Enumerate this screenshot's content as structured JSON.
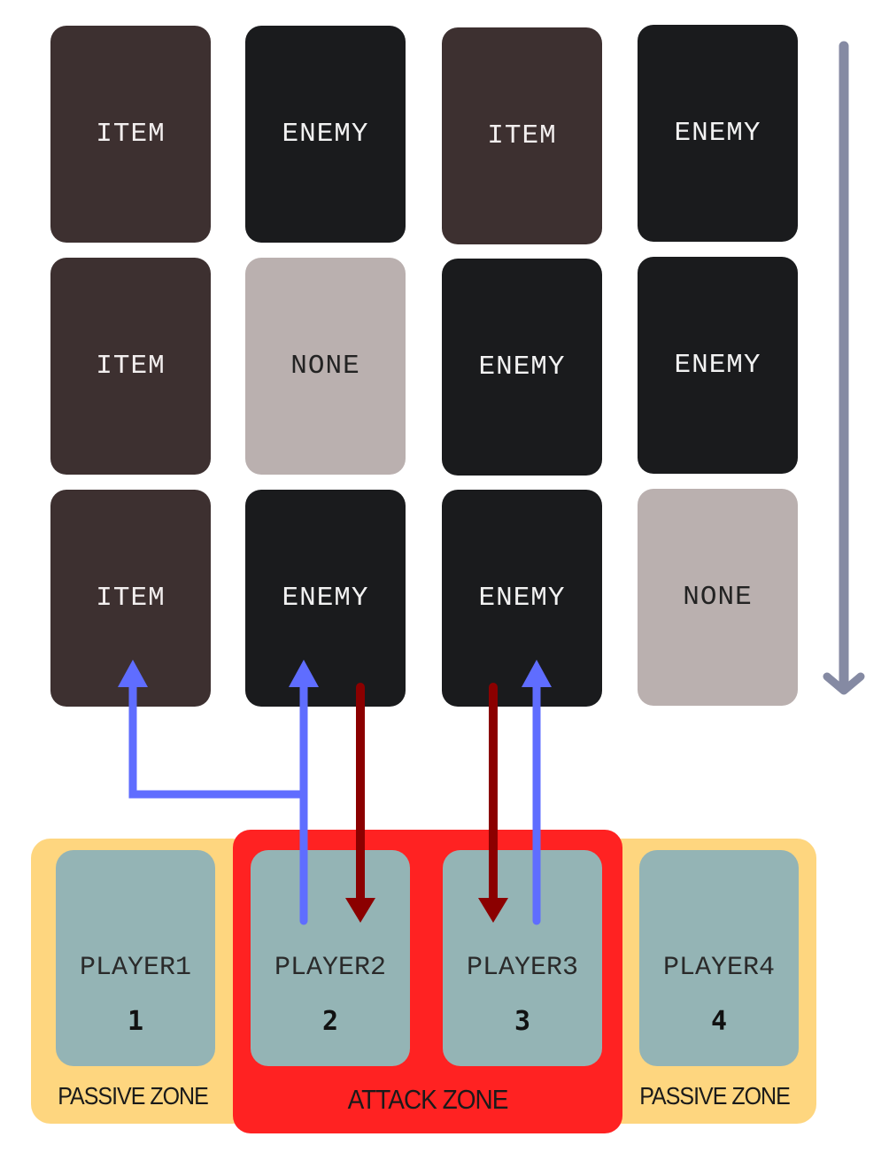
{
  "grid": {
    "rows": [
      [
        {
          "type": "item",
          "label": "ITEM"
        },
        {
          "type": "enemy",
          "label": "ENEMY"
        },
        {
          "type": "item",
          "label": "ITEM"
        },
        {
          "type": "enemy",
          "label": "ENEMY"
        }
      ],
      [
        {
          "type": "item",
          "label": "ITEM"
        },
        {
          "type": "none",
          "label": "NONE"
        },
        {
          "type": "enemy",
          "label": "ENEMY"
        },
        {
          "type": "enemy",
          "label": "ENEMY"
        }
      ],
      [
        {
          "type": "item",
          "label": "ITEM"
        },
        {
          "type": "enemy",
          "label": "ENEMY"
        },
        {
          "type": "enemy",
          "label": "ENEMY"
        },
        {
          "type": "none",
          "label": "NONE"
        }
      ]
    ]
  },
  "players": [
    {
      "name": "PLAYER1",
      "number": "1"
    },
    {
      "name": "PLAYER2",
      "number": "2"
    },
    {
      "name": "PLAYER3",
      "number": "3"
    },
    {
      "name": "PLAYER4",
      "number": "4"
    }
  ],
  "zones": {
    "passive_left": "PASSIVE ZONE",
    "attack": "ATTACK ZONE",
    "passive_right": "PASSIVE ZONE"
  },
  "colors": {
    "item": "#3d3030",
    "enemy": "#1a1b1d",
    "none": "#bab0af",
    "player": "#94b4b5",
    "passive_zone": "#fed67f",
    "attack_zone": "#ff2222",
    "arrow_blue": "#5f6dff",
    "arrow_red": "#8b0000",
    "arrow_scroll": "#858aa3"
  }
}
